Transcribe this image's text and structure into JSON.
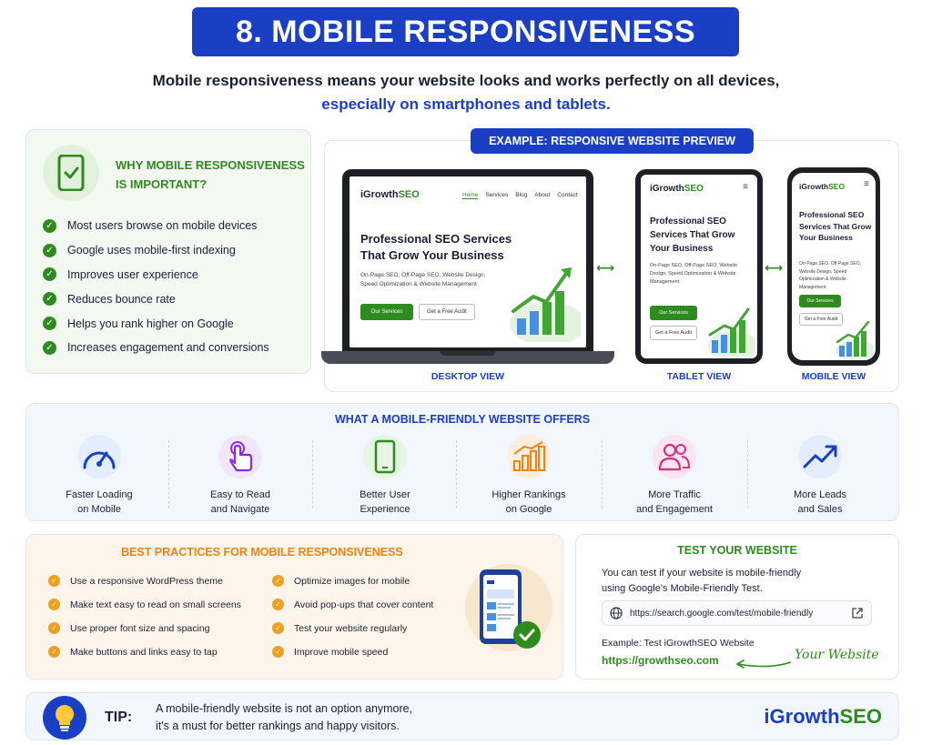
{
  "title": "8. MOBILE RESPONSIVENESS",
  "intro": {
    "line1": "Mobile responsiveness means your website looks and works perfectly on all devices,",
    "line2": "especially on smartphones and tablets."
  },
  "why": {
    "title": "WHY MOBILE RESPONSIVENESS IS IMPORTANT?",
    "items": [
      "Most users browse on mobile devices",
      "Google uses mobile-first indexing",
      "Improves user experience",
      "Reduces bounce rate",
      "Helps you rank higher on Google",
      "Increases engagement and conversions"
    ]
  },
  "example": {
    "title": "EXAMPLE: RESPONSIVE WEBSITE PREVIEW",
    "site": {
      "logo_prefix": "iGrowth",
      "logo_suffix": "SEO",
      "nav": [
        "Home",
        "Services",
        "Blog",
        "About",
        "Contact"
      ],
      "headline": "Professional SEO Services That Grow Your Business",
      "sub": "On-Page SEO, Off-Page SEO, Website Design, Speed Optimization & Website Management",
      "primary_button": "Our Services",
      "secondary_button": "Get a Free Audit"
    },
    "labels": {
      "desktop": "DESKTOP VIEW",
      "tablet": "TABLET VIEW",
      "mobile": "MOBILE VIEW"
    }
  },
  "offers": {
    "title": "WHAT A MOBILE-FRIENDLY WEBSITE OFFERS",
    "items": [
      {
        "line1": "Faster Loading",
        "line2": "on Mobile",
        "icon": "speedometer-icon"
      },
      {
        "line1": "Easy to Read",
        "line2": "and Navigate",
        "icon": "tap-hand-icon"
      },
      {
        "line1": "Better User",
        "line2": "Experience",
        "icon": "smartphone-icon"
      },
      {
        "line1": "Higher Rankings",
        "line2": "on Google",
        "icon": "bar-growth-icon"
      },
      {
        "line1": "More Traffic",
        "line2": "and Engagement",
        "icon": "users-icon"
      },
      {
        "line1": "More Leads",
        "line2": "and Sales",
        "icon": "trend-up-icon"
      }
    ]
  },
  "best": {
    "title": "BEST PRACTICES FOR MOBILE RESPONSIVENESS",
    "left": [
      "Use a responsive WordPress theme",
      "Make text easy to read on small screens",
      "Use proper font size and spacing",
      "Make buttons and links easy to tap"
    ],
    "right": [
      "Optimize images for mobile",
      "Avoid pop-ups that cover content",
      "Test your website regularly",
      "Improve mobile speed"
    ]
  },
  "test": {
    "title": "TEST YOUR WEBSITE",
    "desc_line1": "You can test if your website is mobile-friendly",
    "desc_line2": "using Google's Mobile-Friendly Test.",
    "url": "https://search.google.com/test/mobile-friendly",
    "example_label": "Example: Test iGrowthSEO Website",
    "example_link": "https://growthseo.com",
    "annotation": "Your Website"
  },
  "tip": {
    "label": "TIP:",
    "line1": "A mobile-friendly website is not an option anymore,",
    "line2": "it's a must for better rankings and happy visitors.",
    "brand_prefix": "iGrowth",
    "brand_suffix": "SEO"
  },
  "colors": {
    "blue": "#1b3fc4",
    "green": "#2e8b1e",
    "orange": "#f0820f"
  }
}
